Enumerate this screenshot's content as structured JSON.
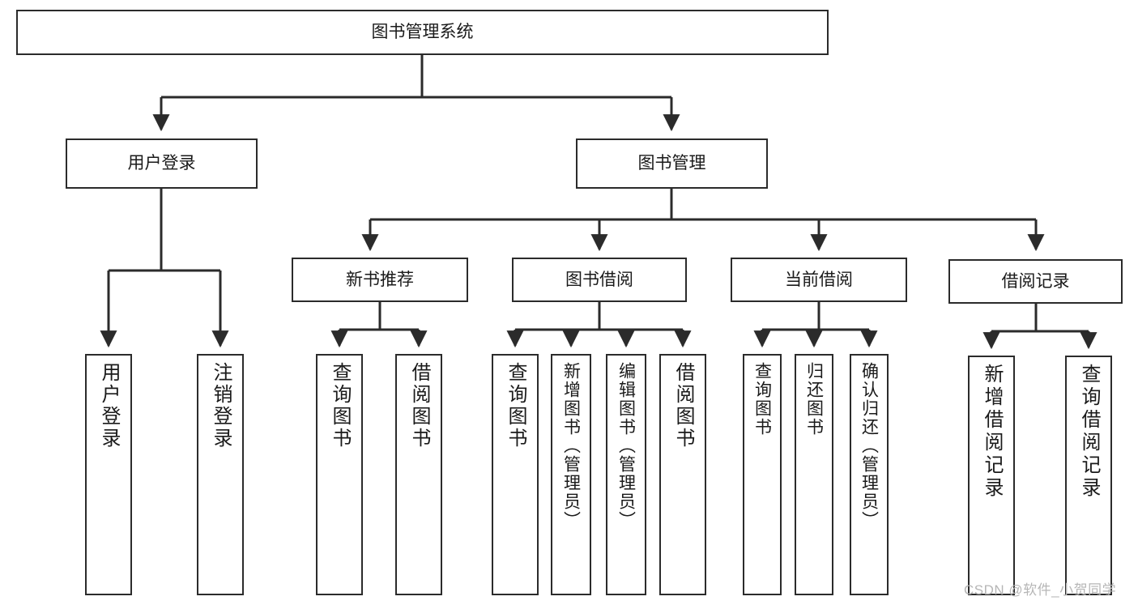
{
  "diagram": {
    "title_node": {
      "label": "图书管理系统"
    },
    "level2": [
      {
        "label": "用户登录"
      },
      {
        "label": "图书管理"
      }
    ],
    "level3": [
      {
        "label": "新书推荐"
      },
      {
        "label": "图书借阅"
      },
      {
        "label": "当前借阅"
      },
      {
        "label": "借阅记录"
      }
    ],
    "leaves": {
      "user_login": [
        {
          "label": "用户登录"
        },
        {
          "label": "注销登录"
        }
      ],
      "new_book_recommend": [
        {
          "label": "查询图书"
        },
        {
          "label": "借阅图书"
        }
      ],
      "book_borrow": [
        {
          "label": "查询图书"
        },
        {
          "label": "新增图书（管理员）"
        },
        {
          "label": "编辑图书（管理员）"
        },
        {
          "label": "借阅图书"
        }
      ],
      "current_borrow": [
        {
          "label": "查询图书"
        },
        {
          "label": "归还图书"
        },
        {
          "label": "确认归还（管理员）"
        }
      ],
      "borrow_record": [
        {
          "label": "新增借阅记录"
        },
        {
          "label": "查询借阅记录"
        }
      ]
    }
  },
  "watermark": {
    "text": "CSDN @软件_小贺同学"
  },
  "colors": {
    "stroke": "#2b2b2b",
    "background": "#ffffff",
    "text": "#1a1a1a",
    "watermark": "#b6b6b6"
  }
}
